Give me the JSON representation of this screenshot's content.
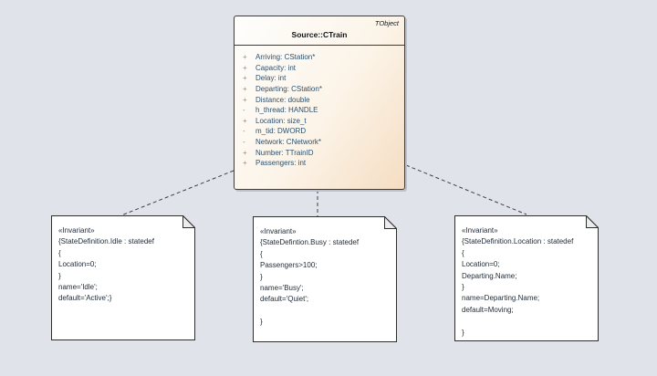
{
  "colors": {
    "canvas_background": "#e0e3ea",
    "class_box_gradient_start": "#fefefd",
    "class_box_gradient_end": "#f5ddc2",
    "class_box_border": "#3f3b37",
    "attribute_text": "#2d506e",
    "visibility_sign": "#998a77",
    "note_fill": "#ffffff",
    "note_border": "#2e2e2e",
    "connector": "#3f3f3f"
  },
  "class_box": {
    "corner_label": "TObject",
    "title": "Source::CTrain",
    "attributes": [
      {
        "vis": "+",
        "text": "Arriving: CStation*"
      },
      {
        "vis": "+",
        "text": "Capacity: int"
      },
      {
        "vis": "+",
        "text": "Delay: int"
      },
      {
        "vis": "+",
        "text": "Departing: CStation*"
      },
      {
        "vis": "+",
        "text": "Distance: double"
      },
      {
        "vis": "-",
        "text": "h_thread: HANDLE"
      },
      {
        "vis": "+",
        "text": "Location: size_t"
      },
      {
        "vis": "-",
        "text": "m_tid: DWORD"
      },
      {
        "vis": "-",
        "text": "Network: CNetwork*"
      },
      {
        "vis": "+",
        "text": "Number: TTrainID"
      },
      {
        "vis": "+",
        "text": "Passengers: int"
      }
    ]
  },
  "notes": [
    {
      "lines": [
        "«Invariant»",
        "{StateDefinition.Idle : statedef",
        "{",
        "Location=0;",
        "}",
        "name='Idle';",
        "default='Active';}"
      ]
    },
    {
      "lines": [
        "«Invariant»",
        "{StateDefintion.Busy : statedef",
        "{",
        "Passengers>100;",
        "}",
        "name='Busy';",
        "default='Quiet';",
        "",
        "}"
      ]
    },
    {
      "lines": [
        "«Invariant»",
        "{StateDefinition.Location : statedef",
        "{",
        "Location=0;",
        "Departing.Name;",
        "}",
        "name=Departing.Name;",
        "default=Moving;",
        "",
        "}"
      ]
    }
  ]
}
